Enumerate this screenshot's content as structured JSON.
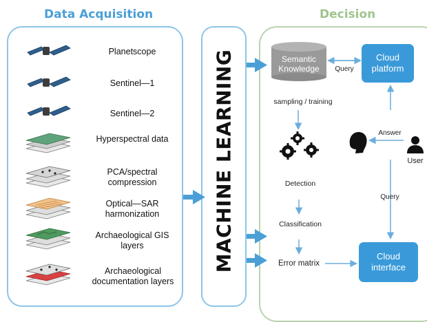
{
  "titles": {
    "left": "Data Acquisition",
    "right": "Decision"
  },
  "machine_learning": "MACHINE LEARNING",
  "sources": [
    {
      "label": "Planetscope",
      "icon": "satellite-icon"
    },
    {
      "label": "Sentinel—1",
      "icon": "satellite-icon"
    },
    {
      "label": "Sentinel—2",
      "icon": "satellite-icon"
    },
    {
      "label": "Hyperspectral data",
      "icon": "hyperspectral-layers-icon"
    },
    {
      "label": "PCA/spectral compression",
      "icon": "pca-layers-icon"
    },
    {
      "label": "Optical—SAR harmonization",
      "icon": "optical-sar-layers-icon"
    },
    {
      "label": "Archaeological GIS layers",
      "icon": "gis-layers-icon"
    },
    {
      "label": "Archaeological documentation layers",
      "icon": "documentation-layers-icon"
    }
  ],
  "decision": {
    "semantic_knowledge": "Semantic Knowledge",
    "query_top": "Query",
    "cloud_platform": "Cloud platform",
    "sampling_training": "sampling / training",
    "answer": "Answer",
    "user": "User",
    "detection": "Detection",
    "query_side": "Query",
    "classification": "Classification",
    "error_matrix": "Error matrix",
    "cloud_interface": "Cloud interface"
  },
  "colors": {
    "left_accent": "#4a9fd6",
    "right_accent": "#9fc48e",
    "arrow": "#4a9fd6",
    "cloud_box": "#3a9ad9"
  }
}
